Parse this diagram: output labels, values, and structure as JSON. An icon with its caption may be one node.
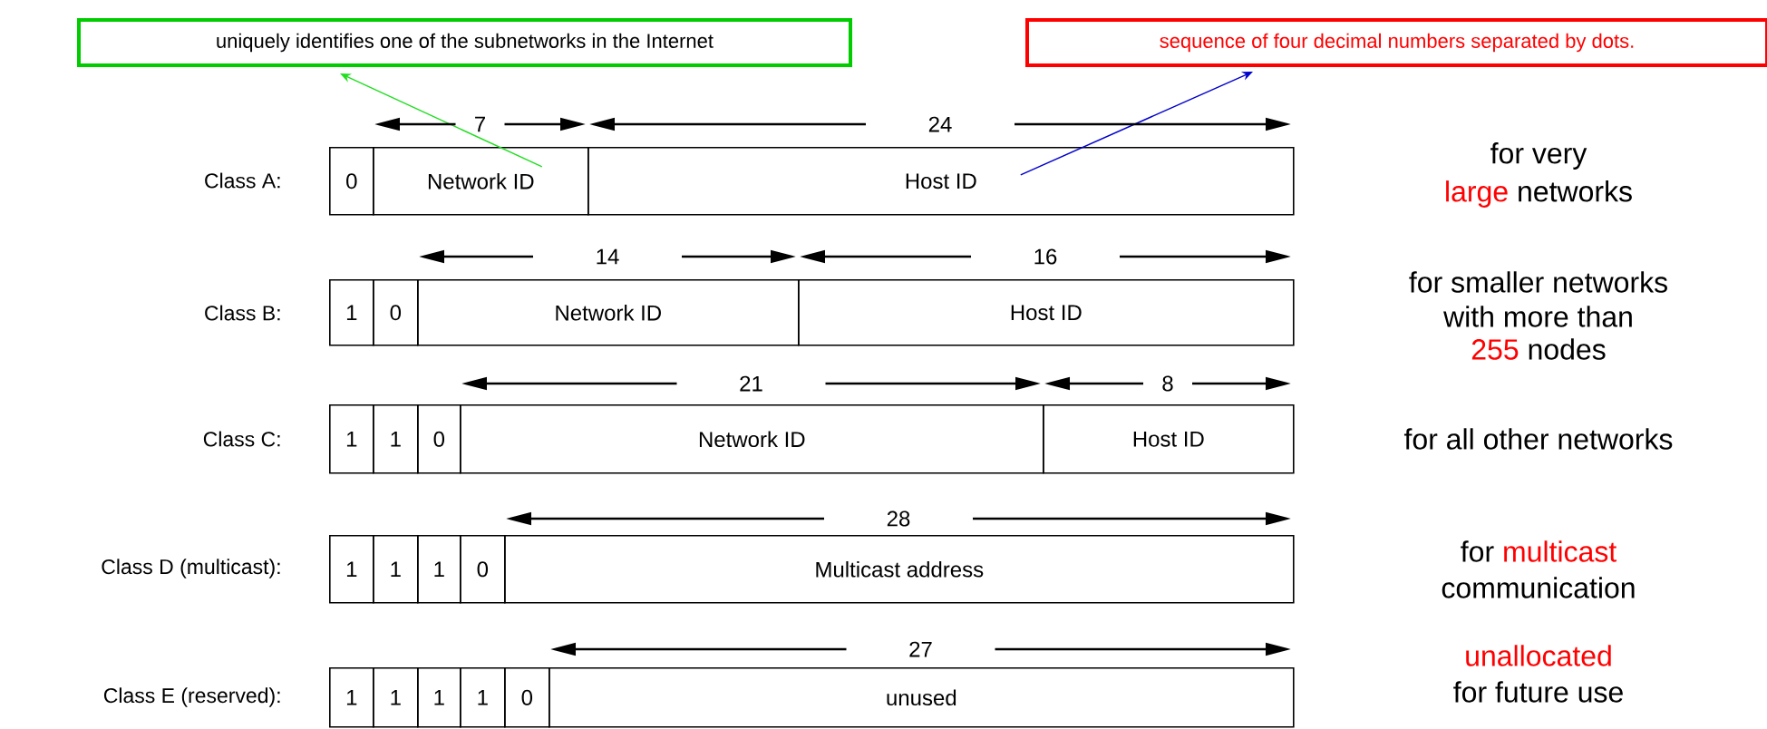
{
  "diagram": {
    "nodes": [
      {
        "text": [
          "uniquely identifies one of the subnetworks in the Internet"
        ]
      },
      {
        "text": [
          "sequence of four decimal numbers separated by dots."
        ]
      },
      {
        "text": [
          "0"
        ]
      },
      {
        "text": [
          "Network ID"
        ]
      },
      {
        "text": [
          "Host ID"
        ]
      },
      {
        "text": [
          "1"
        ]
      },
      {
        "text": [
          "0"
        ]
      },
      {
        "text": [
          "Network ID"
        ]
      },
      {
        "text": [
          "Host ID"
        ]
      },
      {
        "text": [
          "1"
        ]
      },
      {
        "text": [
          "1"
        ]
      },
      {
        "text": [
          "0"
        ]
      },
      {
        "text": [
          "Network ID"
        ]
      },
      {
        "text": [
          "Host ID"
        ]
      },
      {
        "text": [
          "1"
        ]
      },
      {
        "text": [
          "1"
        ]
      },
      {
        "text": [
          "1"
        ]
      },
      {
        "text": [
          "0"
        ]
      },
      {
        "text": [
          "Multicast address"
        ]
      },
      {
        "text": [
          "1"
        ]
      },
      {
        "text": [
          "1"
        ]
      },
      {
        "text": [
          "1"
        ]
      },
      {
        "text": [
          "1"
        ]
      },
      {
        "text": [
          "0"
        ]
      },
      {
        "text": [
          "unused"
        ]
      }
    ],
    "edges": [
      {
        "from": 3,
        "to": 0,
        "arrow": "to",
        "color": "#22dd22"
      },
      {
        "from": 4,
        "to": 1,
        "arrow": "to",
        "color": "#0000cc"
      }
    ],
    "labels": [
      "7",
      "24",
      "Class A:",
      "for very",
      "large",
      "networks",
      "14",
      "16",
      "Class B:",
      "for smaller networks",
      "with more than",
      "255",
      "nodes",
      "21",
      "8",
      "Class C:",
      "for all other networks",
      "28",
      "Class D (multicast):",
      "for",
      "multicast",
      "communication",
      "27",
      "Class E (reserved):",
      "unallocated",
      "for future use"
    ]
  }
}
